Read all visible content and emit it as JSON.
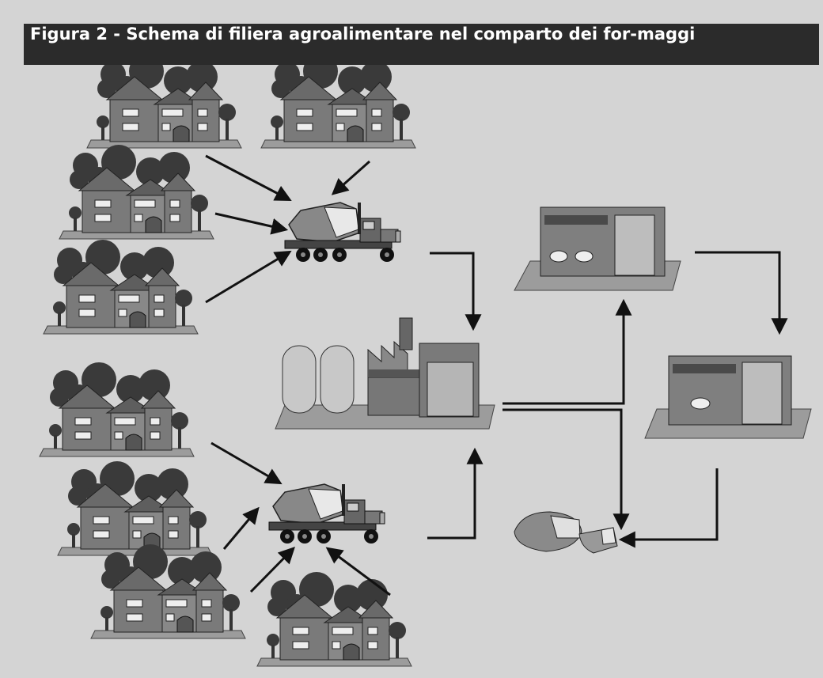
{
  "figure": {
    "title": "Figura 2 - Schema di filiera agroalimentare nel comparto dei for-maggi"
  },
  "diagram": {
    "nodes": [
      {
        "name": "farm-1",
        "kind": "farm"
      },
      {
        "name": "farm-2",
        "kind": "farm"
      },
      {
        "name": "farm-3",
        "kind": "farm"
      },
      {
        "name": "farm-4",
        "kind": "farm"
      },
      {
        "name": "farm-5",
        "kind": "farm"
      },
      {
        "name": "farm-6",
        "kind": "farm"
      },
      {
        "name": "farm-7",
        "kind": "farm"
      },
      {
        "name": "farm-8",
        "kind": "farm"
      },
      {
        "name": "truck-upper",
        "kind": "milk-truck"
      },
      {
        "name": "truck-lower",
        "kind": "milk-truck"
      },
      {
        "name": "dairy-factory",
        "kind": "factory"
      },
      {
        "name": "store-upper",
        "kind": "store"
      },
      {
        "name": "store-lower",
        "kind": "store"
      },
      {
        "name": "cheese-consumer",
        "kind": "cheese"
      }
    ],
    "colors": {
      "background": "#d4d4d4",
      "header": "#2b2b2b",
      "house": "#7a7a7a",
      "tree": "#3a3a3a",
      "ground": "#9c9c9c",
      "arrow": "#111111"
    }
  }
}
